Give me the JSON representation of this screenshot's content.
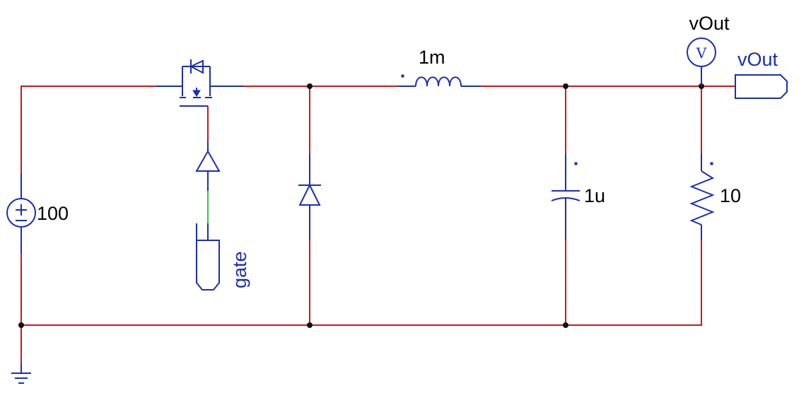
{
  "components": {
    "source_value": "100",
    "inductor_value": "1m",
    "capacitor_value": "1u",
    "resistor_value": "10",
    "voltmeter_label": "vOut",
    "voltmeter_symbol": "V",
    "output_port_label": "vOut",
    "gate_port_label": "gate"
  },
  "colors": {
    "wire": "#d4141a",
    "symbol": "#1a2fb4",
    "gate_wire": "#2ed12e",
    "node": "#111111"
  }
}
